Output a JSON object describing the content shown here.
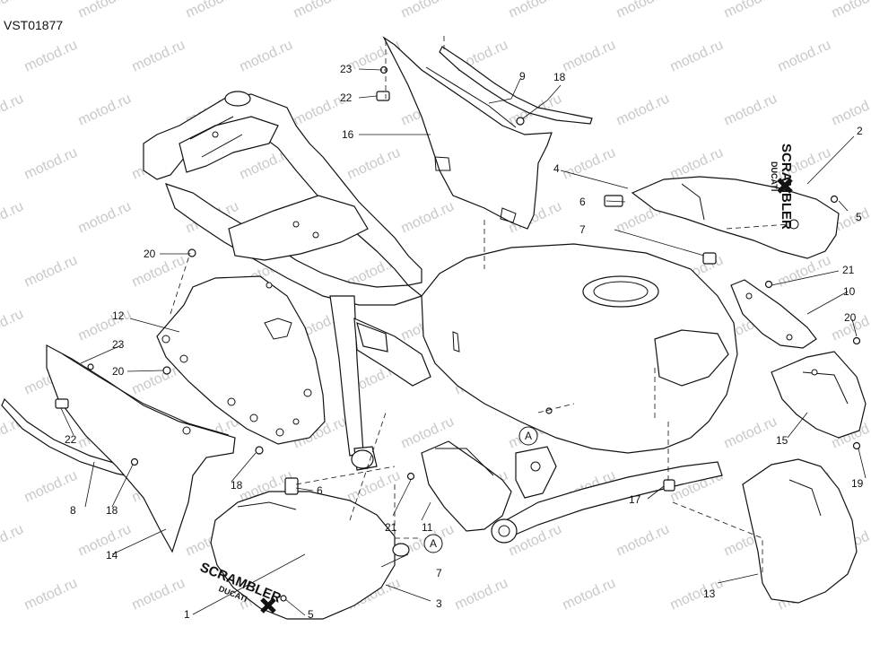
{
  "drawing_code": "VST01877",
  "watermark_text": "motod.ru",
  "brand": {
    "line1": "SCRAMBLER",
    "line2": "DUCATI"
  },
  "callouts": {
    "c1": "1",
    "c2": "2",
    "c3": "3",
    "c4": "4",
    "c5a": "5",
    "c5b": "5",
    "c6a": "6",
    "c6b": "6",
    "c7a": "7",
    "c7b": "7",
    "c8": "8",
    "c9": "9",
    "c10": "10",
    "c11": "11",
    "c12": "12",
    "c13": "13",
    "c14": "14",
    "c15": "15",
    "c16": "16",
    "c17": "17",
    "c18a": "18",
    "c18b": "18",
    "c18c": "18",
    "c19": "19",
    "c20a": "20",
    "c20b": "20",
    "c20c": "20",
    "c21a": "21",
    "c21b": "21",
    "c22a": "22",
    "c22b": "22",
    "c23a": "23",
    "c23b": "23",
    "refA1": "A",
    "refA2": "A"
  },
  "colors": {
    "line": "#111111",
    "watermark": "#c9c9c9",
    "background": "#ffffff"
  }
}
